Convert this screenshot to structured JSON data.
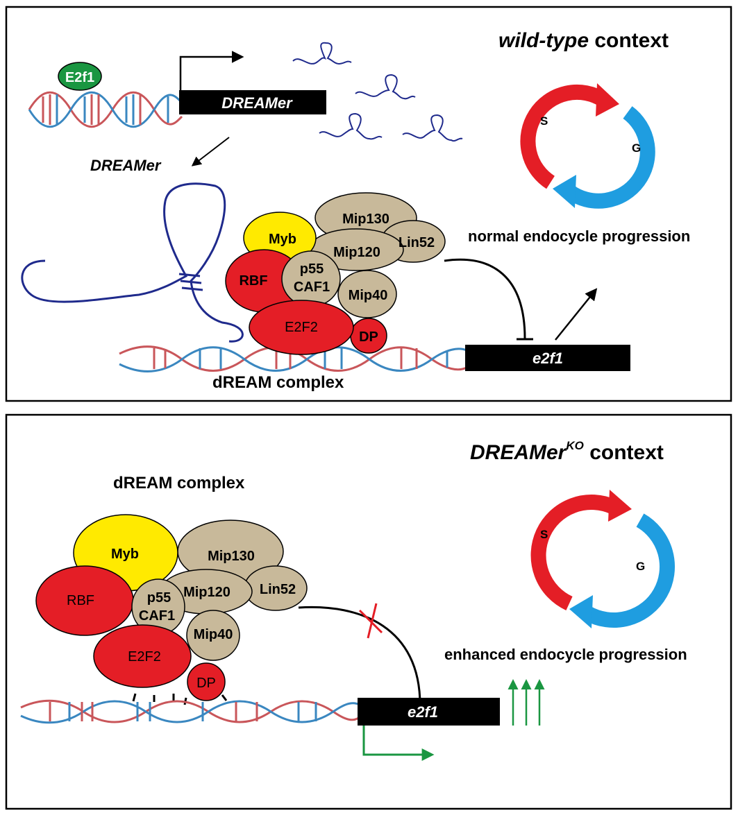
{
  "panel_top": {
    "title_italic": "wild-type",
    "title_rest": " context",
    "transcription_factor": "E2f1",
    "gene_label": "DREAMer",
    "rna_label": "DREAMer",
    "proteins": {
      "myb": "Myb",
      "mip130": "Mip130",
      "mip120": "Mip120",
      "lin52": "Lin52",
      "rbf": "RBF",
      "p55": "p55",
      "caf1": "CAF1",
      "mip40": "Mip40",
      "e2f2": "E2F2",
      "dp": "DP"
    },
    "complex_label": "dREAM complex",
    "target_gene": "e2f1",
    "cycle_s": "S",
    "cycle_g": "G",
    "outcome": "normal endocycle progression"
  },
  "panel_bottom": {
    "title_italic": "DREAMer",
    "title_sup": "KO",
    "title_rest": " context",
    "complex_label": "dREAM complex",
    "proteins": {
      "myb": "Myb",
      "mip130": "Mip130",
      "mip120": "Mip120",
      "lin52": "Lin52",
      "rbf": "RBF",
      "p55": "p55",
      "caf1": "CAF1",
      "mip40": "Mip40",
      "e2f2": "E2F2",
      "dp": "DP"
    },
    "target_gene": "e2f1",
    "cycle_s": "S",
    "cycle_g": "G",
    "outcome": "enhanced endocycle progression"
  },
  "colors": {
    "red": "#e41e26",
    "tan": "#c8b99a",
    "yellow": "#ffea00",
    "green": "#1a9641",
    "blue": "#1f9de0",
    "navy": "#1f2a8c",
    "dna_blue": "#3a87c0",
    "dna_red": "#c9565a"
  }
}
